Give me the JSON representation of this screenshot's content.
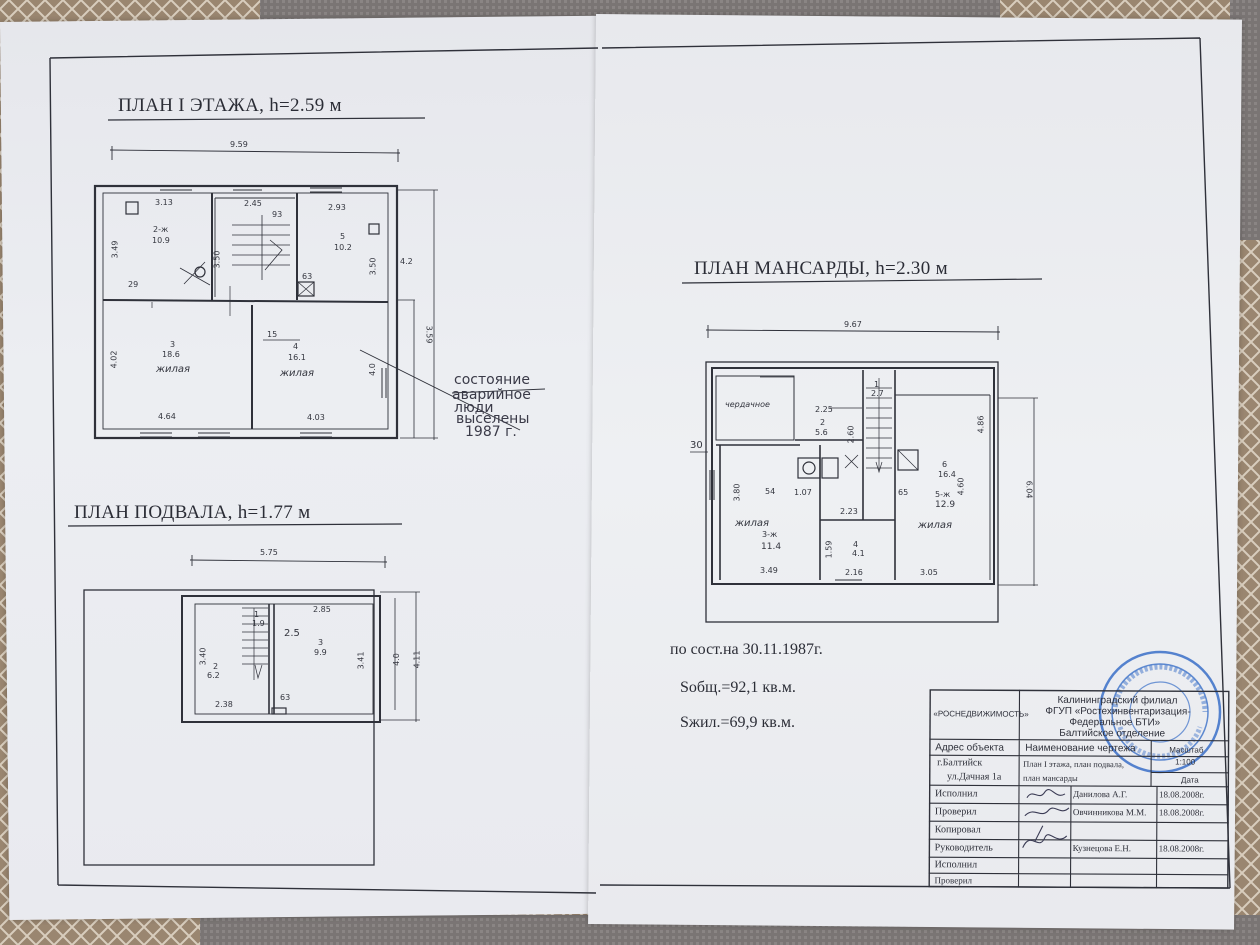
{
  "plans": {
    "floor1_title": "ПЛАН I ЭТАЖА, h=2.59 м",
    "mansard_title": "ПЛАН МАНСАРДЫ, h=2.30 м",
    "basement_title": "ПЛАН ПОДВАЛА, h=1.77 м"
  },
  "floor1": {
    "width_dim": "9.59",
    "right_dim": "3.59",
    "side_dim": "4.2",
    "rooms": [
      {
        "no": "2-ж",
        "area": "10.9"
      },
      {
        "no": "5",
        "area": "10.2"
      },
      {
        "no": "3",
        "area": "18.6",
        "label": "жилая"
      },
      {
        "no": "4",
        "area": "16.1",
        "label": "жилая"
      }
    ],
    "dims": [
      "3.13",
      "2.45",
      "2.93",
      "3.49",
      "3.50",
      "3.50",
      "4.02",
      "4.64",
      "4.03",
      "4.0",
      "15",
      "93",
      "29",
      "63"
    ],
    "note_lines": [
      "состояние",
      "аварийное",
      "люди",
      "выселены",
      "1987 г."
    ]
  },
  "basement": {
    "width_dim": "5.75",
    "dims": [
      "2.85",
      "3.40",
      "3.41",
      "4.0",
      "4.11",
      "2.38",
      "2.5",
      "63"
    ],
    "rooms": [
      {
        "no": "2",
        "area": "6.2"
      },
      {
        "no": "3",
        "area": "9.9"
      },
      {
        "no": "1",
        "area": "1.9"
      }
    ]
  },
  "mansard": {
    "width_dim": "9.67",
    "height_dim": "6.04",
    "side_dim": "30",
    "attic_label": "чердачное",
    "rooms": [
      {
        "no": "3-ж",
        "area": "11.4",
        "label": "жилая"
      },
      {
        "no": "4",
        "area": "4.1"
      },
      {
        "no": "5-ж",
        "area": "12.9",
        "label": "жилая"
      },
      {
        "no": "6",
        "area": "16.4"
      },
      {
        "no": "2",
        "area": "5.6"
      },
      {
        "no": "1",
        "area": "2.7"
      }
    ],
    "dims": [
      "2.25",
      "2.60",
      "3.80",
      "3.49",
      "2.16",
      "3.05",
      "1.59",
      "2.23",
      "1.07",
      "4.60",
      "4.86",
      "54",
      "65"
    ]
  },
  "state_note": "по сост.на 30.11.1987г.",
  "area_total": "Sобщ.=92,1 кв.м.",
  "area_living": "Sжил.=69,9 кв.м.",
  "stamp": {
    "agency": "«РОСНЕДВИЖИМОСТЬ»",
    "org_lines": [
      "Калининградский филиал",
      "ФГУП «Ростехинвентаризация-",
      "Федеральное БТИ»",
      "Балтийское отделение"
    ],
    "address_label": "Адрес объекта",
    "address_lines": [
      "г.Балтийск",
      "ул.Дачная 1а"
    ],
    "drawing_name_label": "Наименование чертежа",
    "drawing_name_lines": [
      "План I этажа, план подвала,",
      "план мансарды"
    ],
    "scale_label": "Масштаб",
    "scale_value": "1:100",
    "date_label": "Дата",
    "rows": [
      {
        "role": "Исполнил",
        "name": "Данилова А.Г.",
        "date": "18.08.2008г."
      },
      {
        "role": "Проверил",
        "name": "Овчинникова М.М.",
        "date": "18.08.2008г."
      },
      {
        "role": "Копировал",
        "name": "",
        "date": ""
      },
      {
        "role": "Руководитель",
        "name": "Кузнецова Е.Н.",
        "date": "18.08.2008г."
      },
      {
        "role": "Исполнил",
        "name": "",
        "date": ""
      },
      {
        "role": "Проверил",
        "name": "",
        "date": ""
      }
    ]
  },
  "colors": {
    "ink": "#2b2d36",
    "stamp_blue": "#3a6fc8",
    "paper": "#eceef2"
  }
}
